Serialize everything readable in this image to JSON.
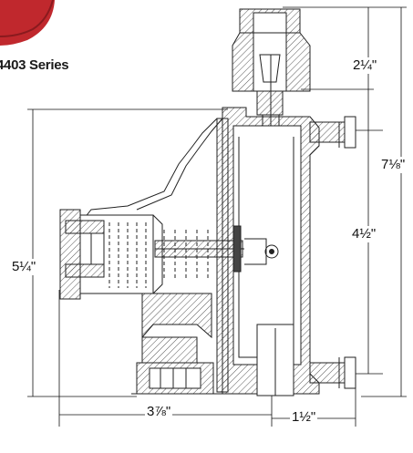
{
  "header": {
    "series_title": "4403 Series"
  },
  "dimensions": {
    "top_section": "2¼\"",
    "overall_height": "7⅛\"",
    "body_height": "4½\"",
    "left_height": "5¼\"",
    "left_width": "3⅞\"",
    "right_width": "1½\""
  },
  "colors": {
    "ink": "#222222",
    "hatch": "#444444",
    "logo": "#c0282d",
    "background": "#ffffff"
  },
  "icons": {
    "logo": "red-logo-corner"
  }
}
